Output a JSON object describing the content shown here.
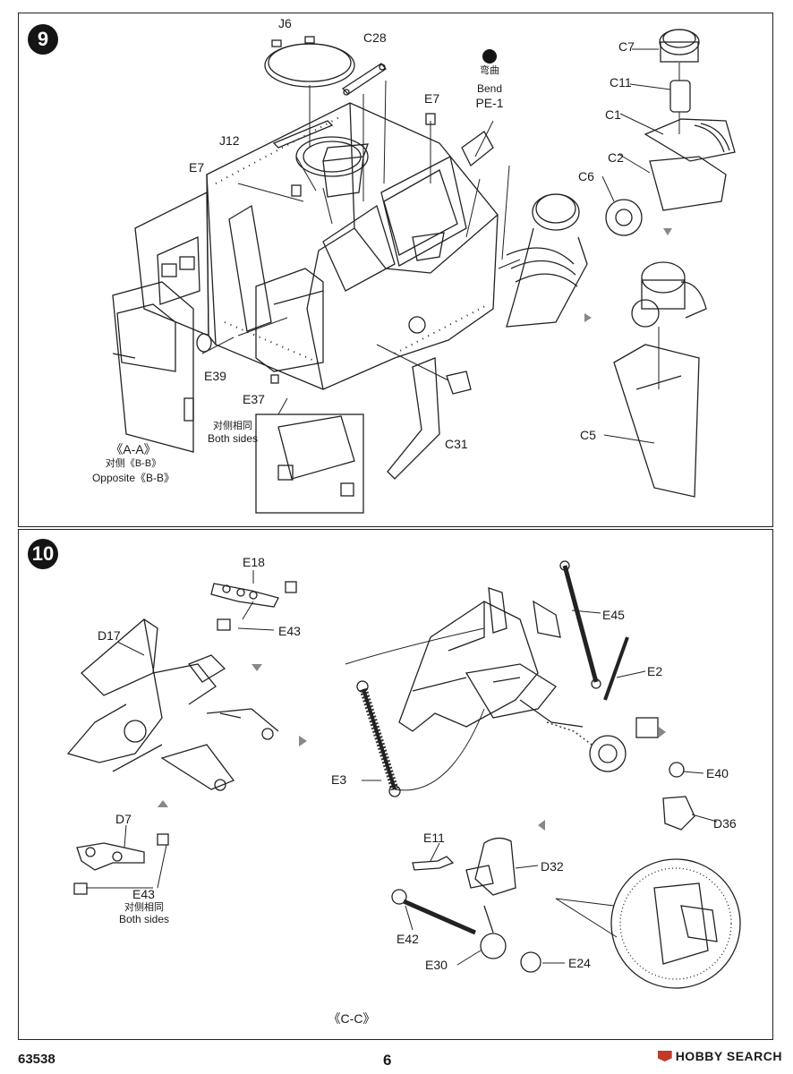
{
  "steps": {
    "step9": {
      "number": "9",
      "labels": {
        "j6": "J6",
        "c28": "C28",
        "e7_top": "E7",
        "j12": "J12",
        "e7_left": "E7",
        "bend_cn": "弯曲",
        "bend_en": "Bend",
        "pe1": "PE-1",
        "c7": "C7",
        "c11": "C11",
        "c1": "C1",
        "c2": "C2",
        "c6": "C6",
        "c5": "C5",
        "e39": "E39",
        "e37": "E37",
        "c31": "C31",
        "both_sides_cn": "对侧相同",
        "both_sides_en": "Both sides",
        "view_aa": "《A-A》",
        "opposite_cn": "对侧《B-B》",
        "opposite_en": "Opposite《B-B》"
      }
    },
    "step10": {
      "number": "10",
      "labels": {
        "e18": "E18",
        "e43_top": "E43",
        "d17": "D17",
        "d7": "D7",
        "e43_bottom": "E43",
        "both_sides_cn": "对侧相同",
        "both_sides_en": "Both sides",
        "e45": "E45",
        "e2": "E2",
        "e3": "E3",
        "e40": "E40",
        "d36": "D36",
        "e11": "E11",
        "d32": "D32",
        "e42": "E42",
        "e30": "E30",
        "e24": "E24",
        "view_cc": "《C-C》"
      }
    }
  },
  "footer": {
    "kit_number": "63538",
    "page_number": "6"
  },
  "watermark": {
    "text": "HOBBY SEARCH"
  }
}
